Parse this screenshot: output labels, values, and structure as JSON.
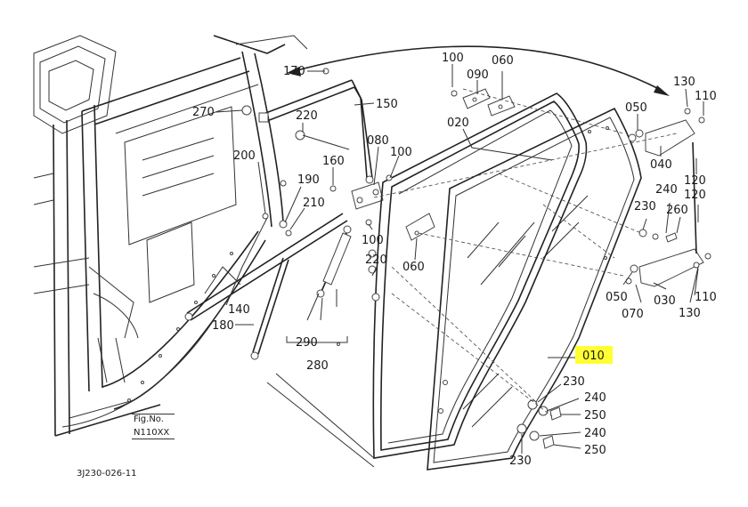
{
  "parts": [
    {
      "id": "p170a",
      "text": "170"
    },
    {
      "id": "p150",
      "text": "150"
    },
    {
      "id": "p270",
      "text": "270"
    },
    {
      "id": "p220a",
      "text": "220"
    },
    {
      "id": "p100a",
      "text": "100"
    },
    {
      "id": "p090",
      "text": "090"
    },
    {
      "id": "p060a",
      "text": "060"
    },
    {
      "id": "p020",
      "text": "020"
    },
    {
      "id": "p080",
      "text": "080"
    },
    {
      "id": "p100b",
      "text": "100"
    },
    {
      "id": "p160",
      "text": "160"
    },
    {
      "id": "p200",
      "text": "200"
    },
    {
      "id": "p190",
      "text": "190"
    },
    {
      "id": "p210",
      "text": "210"
    },
    {
      "id": "p100c",
      "text": "100"
    },
    {
      "id": "p220b",
      "text": "220"
    },
    {
      "id": "p060b",
      "text": "060"
    },
    {
      "id": "p140",
      "text": "140"
    },
    {
      "id": "p180",
      "text": "180"
    },
    {
      "id": "p290",
      "text": "290"
    },
    {
      "id": "p280",
      "text": "280"
    },
    {
      "id": "p130a",
      "text": "130"
    },
    {
      "id": "p110a",
      "text": "110"
    },
    {
      "id": "p050a",
      "text": "050"
    },
    {
      "id": "p040",
      "text": "040"
    },
    {
      "id": "p120a",
      "text": "120"
    },
    {
      "id": "p240a",
      "text": "240"
    },
    {
      "id": "p120b",
      "text": "120"
    },
    {
      "id": "p230a",
      "text": "230"
    },
    {
      "id": "p260",
      "text": "260"
    },
    {
      "id": "p050b",
      "text": "050"
    },
    {
      "id": "p030",
      "text": "030"
    },
    {
      "id": "p110b",
      "text": "110"
    },
    {
      "id": "p070",
      "text": "070"
    },
    {
      "id": "p130b",
      "text": "130"
    },
    {
      "id": "p010",
      "text": "010"
    },
    {
      "id": "p230b",
      "text": "230"
    },
    {
      "id": "p240b",
      "text": "240"
    },
    {
      "id": "p250a",
      "text": "250"
    },
    {
      "id": "p240c",
      "text": "240"
    },
    {
      "id": "p250b",
      "text": "250"
    },
    {
      "id": "p230c",
      "text": "230"
    }
  ],
  "fig_label_line1": "Fig.No.",
  "fig_label_line2": "N110XX",
  "drawing_code": "3J230-026-11",
  "highlight_color": "#ffff33"
}
